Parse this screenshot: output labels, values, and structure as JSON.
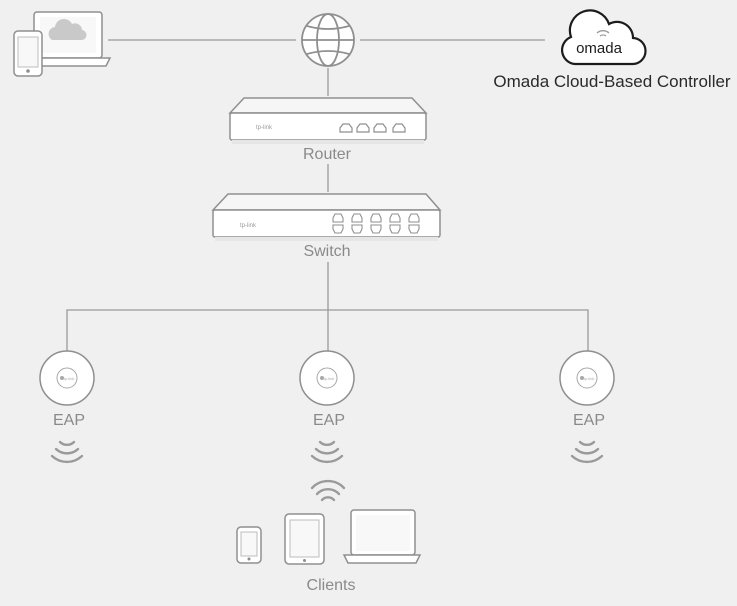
{
  "controller": {
    "logo_text": "omada",
    "label": "Omada Cloud-Based Controller"
  },
  "router": {
    "label": "Router",
    "brand": "tp-link"
  },
  "switch": {
    "label": "Switch",
    "brand": "tp-link"
  },
  "eaps": [
    {
      "label": "EAP",
      "brand": "tp-link"
    },
    {
      "label": "EAP",
      "brand": "tp-link"
    },
    {
      "label": "EAP",
      "brand": "tp-link"
    }
  ],
  "clients": {
    "label": "Clients"
  },
  "colors": {
    "line": "#9a9a9a",
    "device_stroke": "#8f8f8f",
    "device_fill": "#ffffff",
    "accent": "#c9c9c9",
    "dark_text": "#2a2a2a",
    "light_text": "#8a8a8a"
  }
}
